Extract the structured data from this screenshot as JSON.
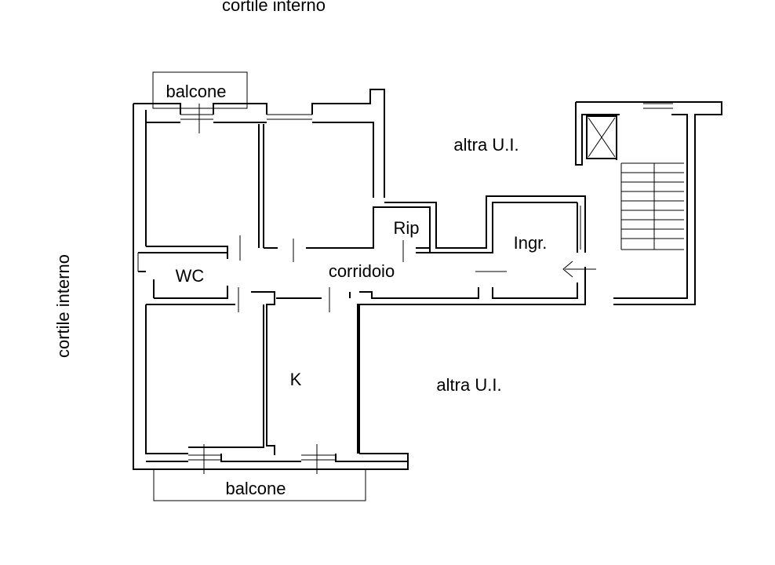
{
  "labels": {
    "courtyard_top": "cortile interno",
    "courtyard_left": "cortile interno",
    "balcony_top": "balcone",
    "balcony_bottom": "balcone",
    "other_unit_top": "altra U.I.",
    "other_unit_bottom": "altra U.I.",
    "storage": "Rip",
    "entrance": "Ingr.",
    "bathroom": "WC",
    "corridor": "corridoio",
    "kitchen": "K"
  },
  "colors": {
    "ink": "#000000",
    "paper": "#ffffff"
  }
}
